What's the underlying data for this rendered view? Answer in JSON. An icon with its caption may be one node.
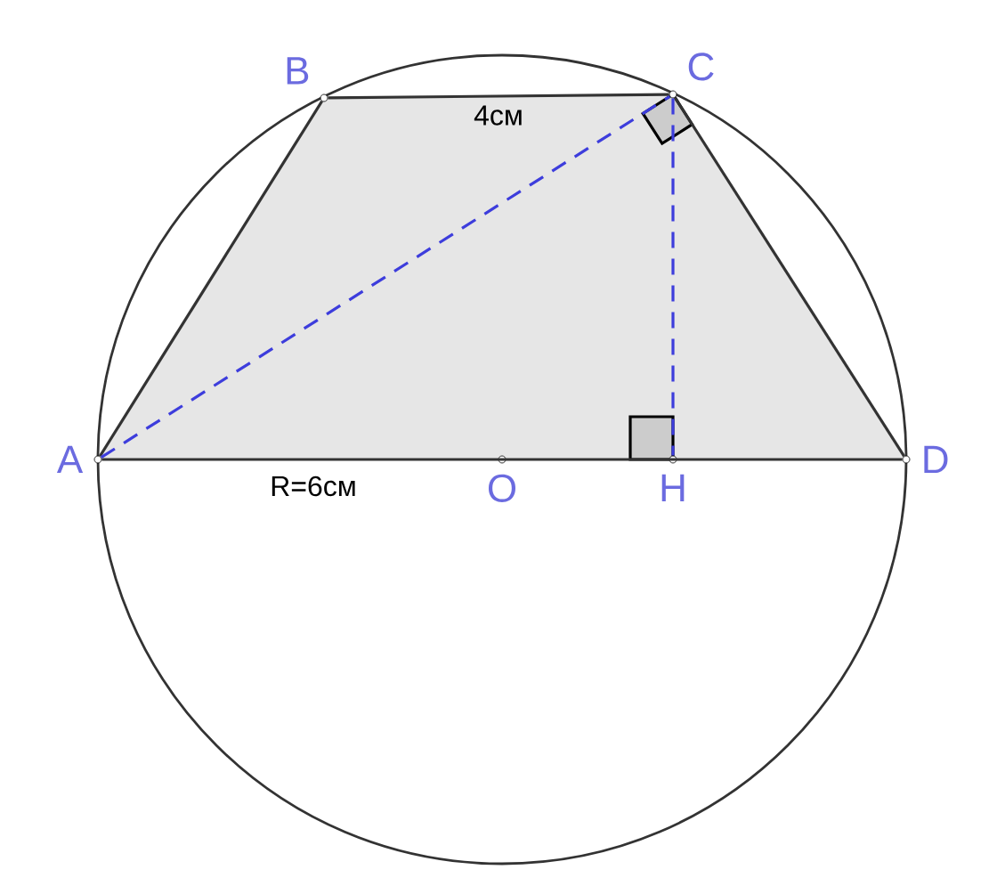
{
  "diagram": {
    "nodes": [
      {
        "text": [
          "A"
        ]
      },
      {
        "text": [
          "B"
        ]
      },
      {
        "text": [
          "C"
        ]
      },
      {
        "text": [
          "D"
        ]
      },
      {
        "text": [
          "O"
        ]
      },
      {
        "text": [
          "H"
        ]
      }
    ],
    "edges": [
      {
        "from": 0,
        "to": 1,
        "arrow": "none"
      },
      {
        "from": 1,
        "to": 2,
        "arrow": "none",
        "label": "4см"
      },
      {
        "from": 2,
        "to": 3,
        "arrow": "none"
      },
      {
        "from": 0,
        "to": 3,
        "arrow": "none"
      },
      {
        "from": 0,
        "to": 2,
        "arrow": "none",
        "style": "dashed",
        "color": "#3d3ddc"
      },
      {
        "from": 2,
        "to": 5,
        "arrow": "none",
        "style": "dashed",
        "color": "#3d3ddc"
      }
    ],
    "labels": [
      "R=6см"
    ]
  }
}
